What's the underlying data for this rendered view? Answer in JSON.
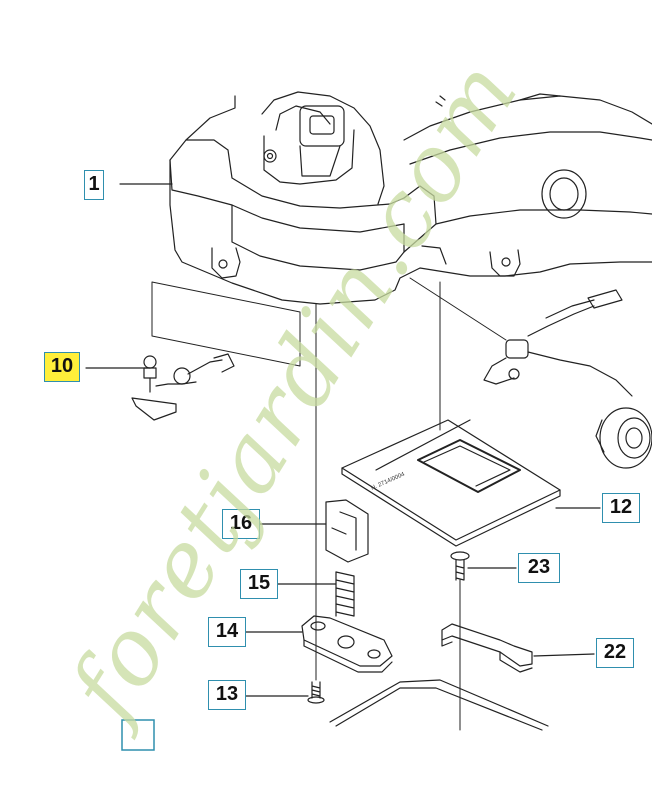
{
  "diagram": {
    "callouts": [
      {
        "id": "1",
        "label": "1",
        "highlighted": false
      },
      {
        "id": "10",
        "label": "10",
        "highlighted": true
      },
      {
        "id": "12",
        "label": "12",
        "highlighted": false
      },
      {
        "id": "13",
        "label": "13",
        "highlighted": false
      },
      {
        "id": "14",
        "label": "14",
        "highlighted": false
      },
      {
        "id": "15",
        "label": "15",
        "highlighted": false
      },
      {
        "id": "16",
        "label": "16",
        "highlighted": false
      },
      {
        "id": "22",
        "label": "22",
        "highlighted": false
      },
      {
        "id": "23",
        "label": "23",
        "highlighted": false
      }
    ],
    "pcb_print": "N. 2714/0004",
    "watermark": {
      "text": "foretjardin.com",
      "colors": {
        "primary": "#c8dca0",
        "accent": "#f0c090",
        "suffix": "#c8c4bc"
      }
    },
    "colors": {
      "callout_border": "#2f8fae",
      "highlight": "#ffef3a",
      "line": "#222222"
    }
  }
}
